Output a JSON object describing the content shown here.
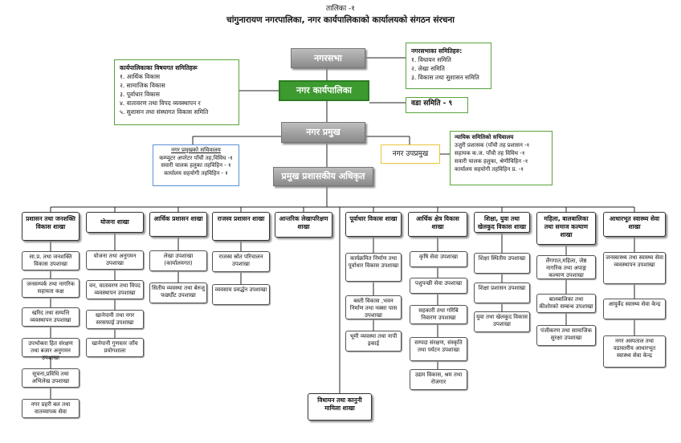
{
  "table_no": "तालिका -१",
  "title": "चांगुनारायण नगरपालिका, नगर कार्यपालिकाको कार्यालयको संगठन संरचना",
  "nagar_sabha": "नगरसभा",
  "nagar_karyapalika": "नगर कार्यपालिका",
  "nagar_pramukh": "नगर प्रमुख",
  "nagar_upapramukh": "नगर उपप्रमुख",
  "pramukh_prashasakiya": "प्रमुख प्रशासकीय अधिकृत",
  "ward_samiti": "वडा समिति - ९",
  "karyapalika_samiti": {
    "heading": "कार्यपालिकाका विषयगत समितिहरू",
    "items": [
      "१. आर्थिक विकास",
      "२. सामाजिक विकास",
      "३. पूर्वाधार विकास",
      "४. वातावरण तथा विपद व्यवस्थापन र",
      "५. सुशासन तथा संस्थागत विकास समिति"
    ]
  },
  "sabha_samiti": {
    "heading": "नगरसभाका समितिहरु:",
    "items": [
      "१. विधायन समिति",
      "२. लेखा समिति",
      "३. विकास तथा सुशासन समिति"
    ]
  },
  "pramukh_sachivalaya": {
    "heading": "नगर प्रमुखको सचिवालय",
    "items": [
      "कम्प्युटर अपरेटर पाँचौं तह,विविध -१",
      "सवारी चालक हलुका तहविहिन - १",
      "कार्यालय सहयोगी तहविहिन - १"
    ]
  },
  "nyayik_sachivalaya": {
    "heading": "न्यायिक समितिको सचिवालय",
    "items": [
      "उजुरी प्रशासक (पाँचौ तह प्रशासन -१",
      "सहायक क.ज. पाँचौ तह विविध -१",
      "सवारी चालक हलुका, श्रेणीविहिन -१",
      "कार्यालय सहयोगी तहविहिन प्र. -१"
    ]
  },
  "vidhayan": "विधायन तथा कानुनी मामिला शाखा",
  "columns": [
    {
      "head": "प्रशासन तथा जनशक्ति विकास शाखा",
      "items": [
        "सा.प्र. तथा जनशक्ति विकास उपशाखा",
        "जनसम्पर्क तथा नागरिक सहायता कक्ष",
        "खरिद तथा सम्पत्ति व्यवस्थापन उपशाखा",
        "उपभोक्ता हित संरक्षण तथा बजार अनुगमन उपशाखा",
        "सूचना,प्रविधि तथा अभिलेख उपशाखा",
        "नगर प्रहरी बल तथा वातव्यापक सेवा"
      ]
    },
    {
      "head": "योजना शाखा",
      "items": [
        "योजना तथा अनुगमन उपशाखा",
        "वन, वातावरण तथा विपद व्यवस्थापन उपशाखा",
        "खानेपानी तथा नगर सरसफाई उपशाखा",
        "खानेपानी गुणस्तर जाँच प्रयोगशाला"
      ]
    },
    {
      "head": "आर्थिक प्रशासन शाखा",
      "items": [
        "लेखा उपशाखा (कार्यालयगत)",
        "सितीय व्यवस्था तथा बेरुजु फर्छ्यौट उपशाखा"
      ]
    },
    {
      "head": "राजस्व प्रशासन शाखा",
      "items": [
        "राजस्व स्रोत परिचालन उपशाखा",
        "व्यवसाय प्रवर्द्धन उपशाखा"
      ]
    },
    {
      "head": "आन्तरिक लेखापरिक्षण शाखा",
      "items": []
    },
    {
      "head": "पूर्वाधार विकास शाखा",
      "items": [
        "कार्यक्रमित निर्माण तथा पूर्वाधार विकास उपशाखा",
        "बस्ती विकास ,भवन निर्माण तथा नक्सा पास उपशाखा",
        "भूमी व्यवस्था तथा नापी इकाई"
      ]
    },
    {
      "head": "आर्थिक क्षेत्र विकास शाखा",
      "items": [
        "कृषि सेवा उपशाखा",
        "पशुपन्छी सेवा उपशाखा",
        "सहकारी तथा गरिबि निवारण उपशाखा",
        "सम्पदा संरक्षण, संस्कृति तथा पर्यटन उपशाखा",
        "उद्यम विकास, श्रम तथा रोजगार"
      ]
    },
    {
      "head": "शिक्षा, युवा तथा खेलकुद विकास शाखा",
      "items": [
        "शिक्षा स्थितीय उपशाखा",
        "शिक्षा प्रशासन उपशाखा",
        "युवा तथा खेलकुद विकास उपशाखा"
      ]
    },
    {
      "head": "महिला, बालबालिका तथा समाज कल्याण शाखा",
      "items": [
        "लैंगगात,महिला, जेष्ठ नागरिक तथा अपाङ्ग कल्याण उपशाखा",
        "बालबालिका तथा कीशोरको सम्बन्ध उपशाखा",
        "पंजीकरण तथा सामाजिक सुरक्षा उपशाखा"
      ]
    },
    {
      "head": "आधारभूत स्वास्थ्य सेवा शाखा",
      "items": [
        "जनस्वास्थ्य तथा स्वास्थ्य सेवा व्यवस्थापन उपशाखा",
        "आयुर्वेद स्वास्थ्य सेवा केन्द्र",
        "नगर अस्पताल तथा वडास्तरीय आधारभूत स्वास्थ्य सेवा केन्द्र"
      ]
    }
  ]
}
